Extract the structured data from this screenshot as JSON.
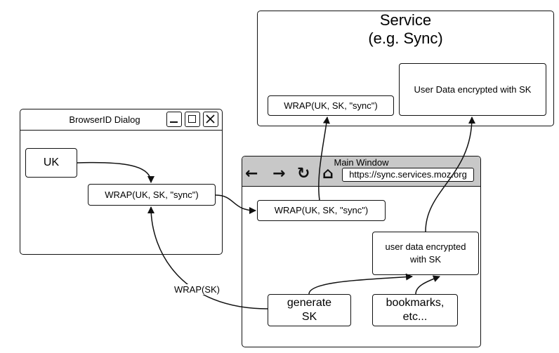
{
  "service": {
    "title_line1": "Service",
    "title_line2": "(e.g. Sync)",
    "wrap_label": "WRAP(UK, SK, \"sync\")",
    "user_data_label": "User Data encrypted with SK"
  },
  "browserid_dialog": {
    "title": "BrowserID Dialog",
    "uk_label": "UK",
    "wrap_label": "WRAP(UK, SK, \"sync\")",
    "window_buttons": [
      "minimize-icon",
      "maximize-icon",
      "close-icon"
    ]
  },
  "main_window": {
    "title": "Main Window",
    "url": "https://sync.services.moz.org",
    "nav_icons": [
      "back-arrow-icon",
      "forward-arrow-icon",
      "reload-icon",
      "home-icon"
    ],
    "wrap_label": "WRAP(UK, SK, \"sync\")",
    "user_data_line1": "user data encrypted",
    "user_data_line2": "with SK",
    "generate_line1": "generate",
    "generate_line2": "SK",
    "bookmarks_line1": "bookmarks,",
    "bookmarks_line2": "etc..."
  },
  "edge_labels": {
    "wrap_sk": "WRAP(SK)"
  }
}
